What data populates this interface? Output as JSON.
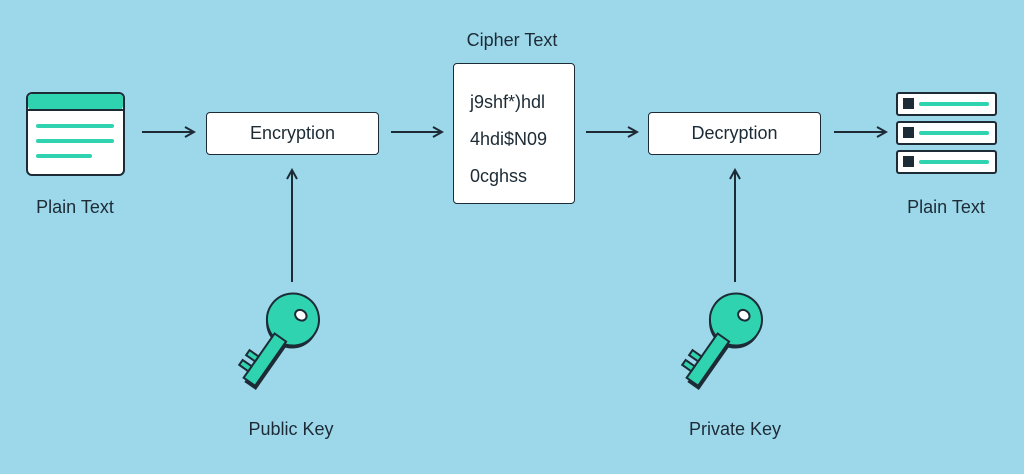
{
  "nodes": {
    "plain_text_left": "Plain Text",
    "encryption": "Encryption",
    "cipher_text_title": "Cipher Text",
    "cipher_lines": [
      "j9shf*)hdl",
      "4hdi$N09",
      "0cghss"
    ],
    "decryption": "Decryption",
    "plain_text_right": "Plain Text",
    "public_key": "Public Key",
    "private_key": "Private Key"
  },
  "icons": {
    "document": "document-icon",
    "server": "server-icon",
    "key": "key-icon"
  },
  "colors": {
    "background": "#9dd8ea",
    "accent": "#2fd3b0",
    "outline": "#1c2b36",
    "box_fill": "#ffffff"
  }
}
